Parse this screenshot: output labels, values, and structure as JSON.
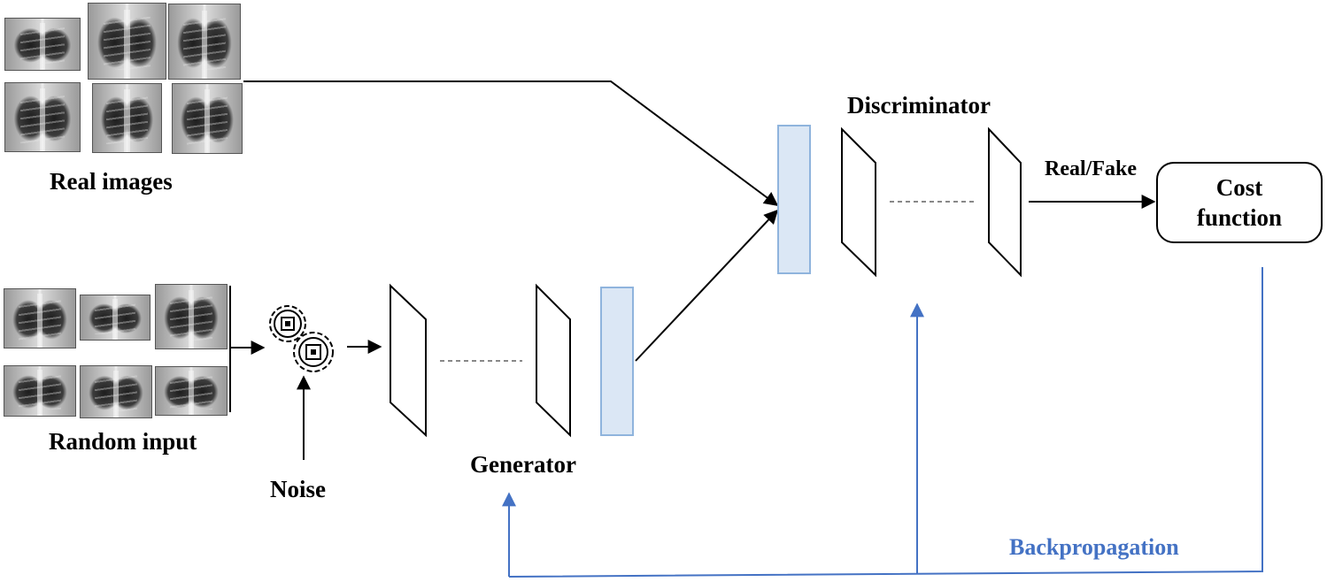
{
  "labels": {
    "real_images": "Real images",
    "random_input": "Random input",
    "noise": "Noise",
    "generator": "Generator",
    "discriminator": "Discriminator",
    "real_fake": "Real/Fake",
    "cost_function_line1": "Cost",
    "cost_function_line2": "function",
    "backpropagation": "Backpropagation"
  },
  "icons": [
    "gear-icon",
    "chip-icon"
  ],
  "colors": {
    "feature_layer_fill": "#dbe7f5",
    "feature_layer_stroke": "#8fb4dd",
    "backprop_line": "#4472c4",
    "arrow": "#000000"
  }
}
